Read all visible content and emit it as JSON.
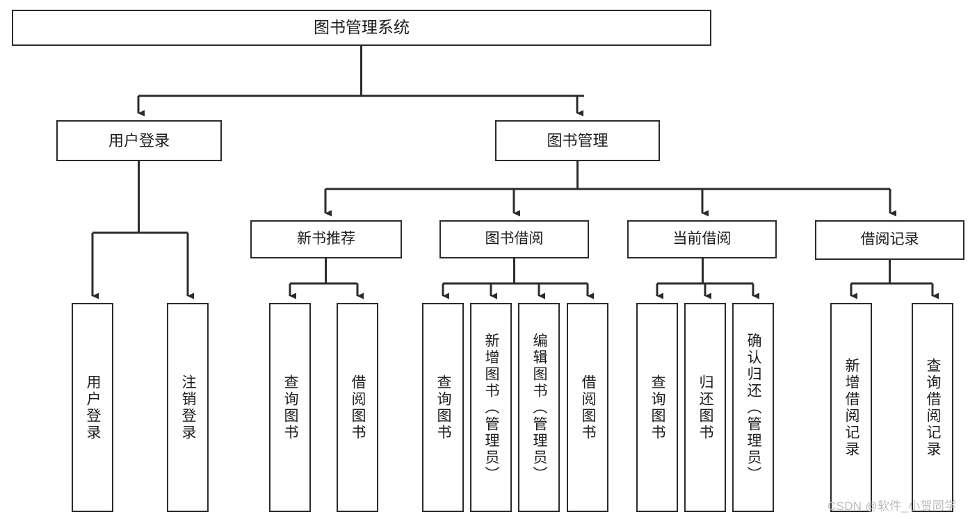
{
  "diagram": {
    "title": "图书管理系统",
    "watermark": "CSDN @软件_小贺同学",
    "line_color": "#2b2b2b",
    "box_fill": "#ffffff",
    "text_color": "#1c1c1c",
    "watermark_color": "#bdbdbd",
    "type": "tree-hierarchy-chart",
    "root": {
      "id": "root",
      "label": "图书管理系统"
    },
    "level2": [
      {
        "id": "user-login",
        "label": "用户登录"
      },
      {
        "id": "book-manage",
        "label": "图书管理"
      }
    ],
    "level3": [
      {
        "id": "new-book-rec",
        "label": "新书推荐",
        "parent": "book-manage"
      },
      {
        "id": "book-borrow",
        "label": "图书借阅",
        "parent": "book-manage"
      },
      {
        "id": "current-borrow",
        "label": "当前借阅",
        "parent": "book-manage"
      },
      {
        "id": "borrow-record",
        "label": "借阅记录",
        "parent": "book-manage"
      }
    ],
    "leaves": [
      {
        "id": "leaf-user-login",
        "label": "用户登录",
        "parent": "user-login"
      },
      {
        "id": "leaf-logout-login",
        "label": "注销登录",
        "parent": "user-login"
      },
      {
        "id": "leaf-query-book-1",
        "label": "查询图书",
        "parent": "new-book-rec"
      },
      {
        "id": "leaf-borrow-book-1",
        "label": "借阅图书",
        "parent": "new-book-rec"
      },
      {
        "id": "leaf-query-book-2",
        "label": "查询图书",
        "parent": "book-borrow"
      },
      {
        "id": "leaf-add-book",
        "label": "新增图书（管理员）",
        "parent": "book-borrow"
      },
      {
        "id": "leaf-edit-book",
        "label": "编辑图书（管理员）",
        "parent": "book-borrow"
      },
      {
        "id": "leaf-borrow-book-2",
        "label": "借阅图书",
        "parent": "book-borrow"
      },
      {
        "id": "leaf-query-book-3",
        "label": "查询图书",
        "parent": "current-borrow"
      },
      {
        "id": "leaf-return-book",
        "label": "归还图书",
        "parent": "current-borrow"
      },
      {
        "id": "leaf-confirm-return",
        "label": "确认归还（管理员）",
        "parent": "current-borrow"
      },
      {
        "id": "leaf-add-record",
        "label": "新增借阅记录",
        "parent": "borrow-record"
      },
      {
        "id": "leaf-query-record",
        "label": "查询借阅记录",
        "parent": "borrow-record"
      }
    ]
  }
}
